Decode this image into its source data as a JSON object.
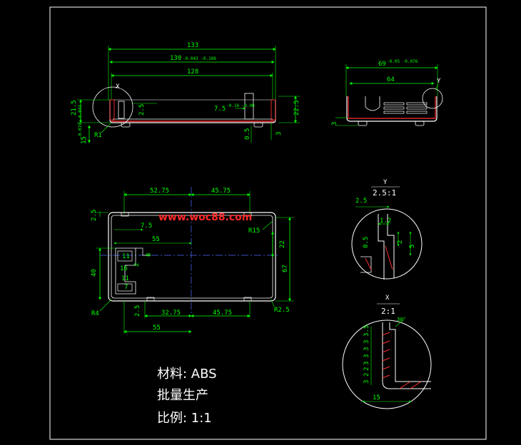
{
  "colors": {
    "background": "#000000",
    "frame": "#ffffff",
    "dimension": "#00ff00",
    "part": "#ffffff",
    "section": "#ff3030",
    "watermark": "#ff2a2a",
    "center": "#4a6cff"
  },
  "top_view": {
    "dim_total": "133",
    "dim_outer": "130",
    "dim_outer_tol": "-0.043 -0.106",
    "dim_inner": "128",
    "dim_height": "21.5",
    "dim_wall": "2.5",
    "dim_step": "7.5",
    "dim_step_tol": "-0.16 -0.08",
    "dim_right_height": "22.5",
    "dim_foot_a": "0.5",
    "dim_foot_b": "3",
    "dim_base": "15",
    "dim_base_tol": "-0.019 -0.043",
    "radius": "R1",
    "detail_label": "X"
  },
  "side_view": {
    "dim_outer": "69",
    "dim_outer_tol": "-0.05 -0.076",
    "dim_inner": "64",
    "dim_foot": "3",
    "detail_label": "Y"
  },
  "plan_view": {
    "dim_left": "52.75",
    "dim_right": "45.75",
    "dim_wall_top": "2.5",
    "dim_7_5": "7.5",
    "dim_55_top": "55",
    "dim_11_a": "11",
    "dim_2": "2",
    "dim_8": "8",
    "dim_16": "16",
    "dim_11_b": "11",
    "dim_7": "7",
    "dim_40": "40",
    "dim_22": "22",
    "dim_67": "67",
    "radius_r15": "R15",
    "radius_r4": "R4",
    "radius_r25": "R2.5",
    "dim_wall_bottom": "2.5",
    "dim_32_75": "32.75",
    "dim_45_75": "45.75",
    "dim_55_bottom": "55"
  },
  "detail_y": {
    "label": "Y",
    "scale": "2.5:1",
    "dim_2_5": "2.5",
    "dim_1_2": "1.2",
    "dim_0_5": "0.5",
    "dim_2": "2",
    "dim_5": "5"
  },
  "detail_x": {
    "label": "X",
    "scale": "2:1",
    "dim_angle": "30°",
    "dim_stack": [
      "3.5",
      "3",
      "3",
      "3",
      "3",
      "2",
      "2",
      "3"
    ],
    "dim_15": "15"
  },
  "watermark": "www.woc88.com",
  "notes": {
    "material": "材料: ABS",
    "production": "批量生产",
    "scale": "比例: 1:1"
  }
}
